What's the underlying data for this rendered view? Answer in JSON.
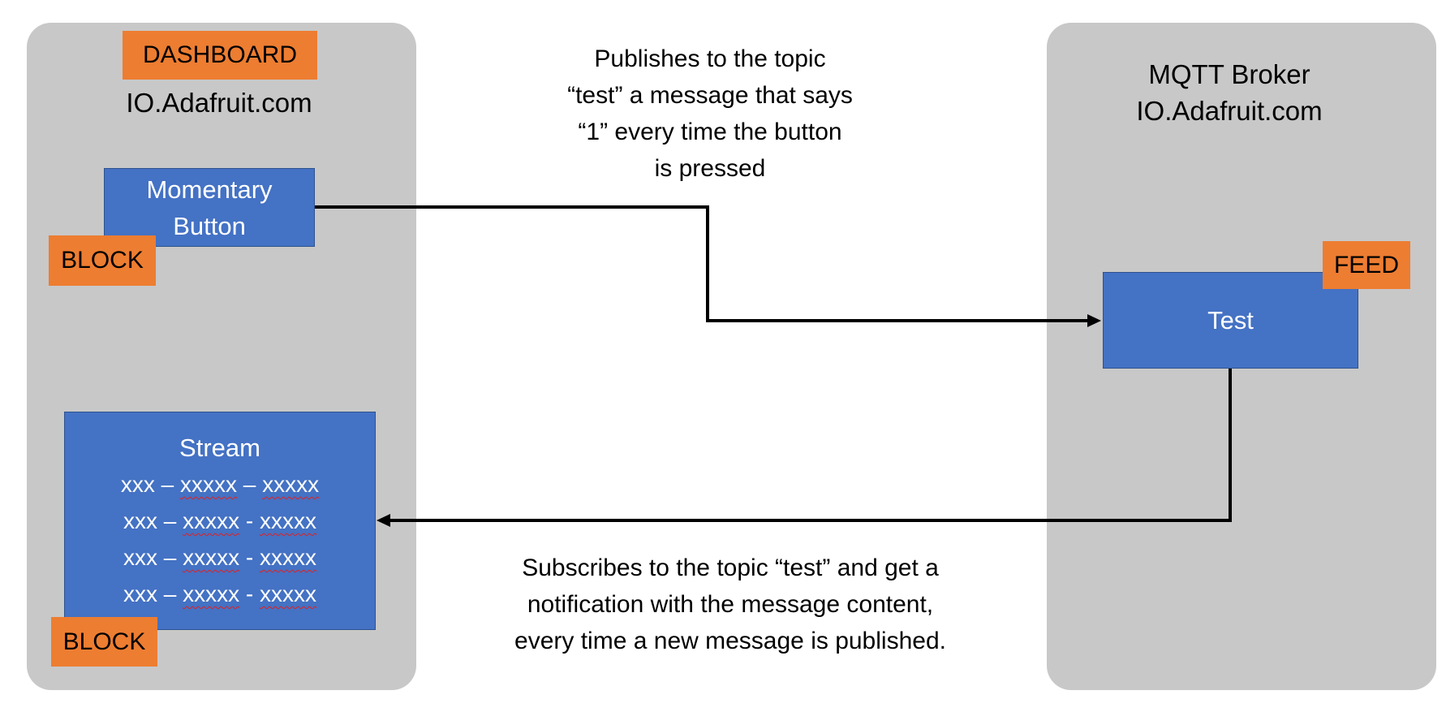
{
  "dashboard": {
    "tag": "DASHBOARD",
    "host": "IO.Adafruit.com",
    "momentary_button": {
      "label_line1": "Momentary",
      "label_line2": "Button",
      "tag": "BLOCK"
    },
    "stream": {
      "title": "Stream",
      "lines": [
        {
          "a": "xxx",
          "sep1": " – ",
          "b": "xxxxx",
          "sep2": " – ",
          "c": "xxxxx"
        },
        {
          "a": "xxx",
          "sep1": " – ",
          "b": "xxxxx",
          "sep2": " - ",
          "c": "xxxxx"
        },
        {
          "a": "xxx",
          "sep1": " – ",
          "b": "xxxxx",
          "sep2": " - ",
          "c": "xxxxx"
        },
        {
          "a": "xxx",
          "sep1": " – ",
          "b": "xxxxx",
          "sep2": " - ",
          "c": "xxxxx"
        }
      ],
      "tag": "BLOCK"
    }
  },
  "broker": {
    "title": "MQTT Broker",
    "host": "IO.Adafruit.com",
    "feed": {
      "label": "Test",
      "tag": "FEED"
    }
  },
  "publish_note": {
    "line1": "Publishes to the topic",
    "line2": "“test” a message that says",
    "line3": "“1” every time the button",
    "line4": "is pressed"
  },
  "subscribe_note": {
    "line1": "Subscribes to the topic “test” and get a",
    "line2": "notification with the message content,",
    "line3": "every time a new message is published."
  },
  "colors": {
    "panel": "#c8c8c8",
    "tag": "#ed7d31",
    "box": "#4472c4",
    "arrow": "#000000"
  }
}
